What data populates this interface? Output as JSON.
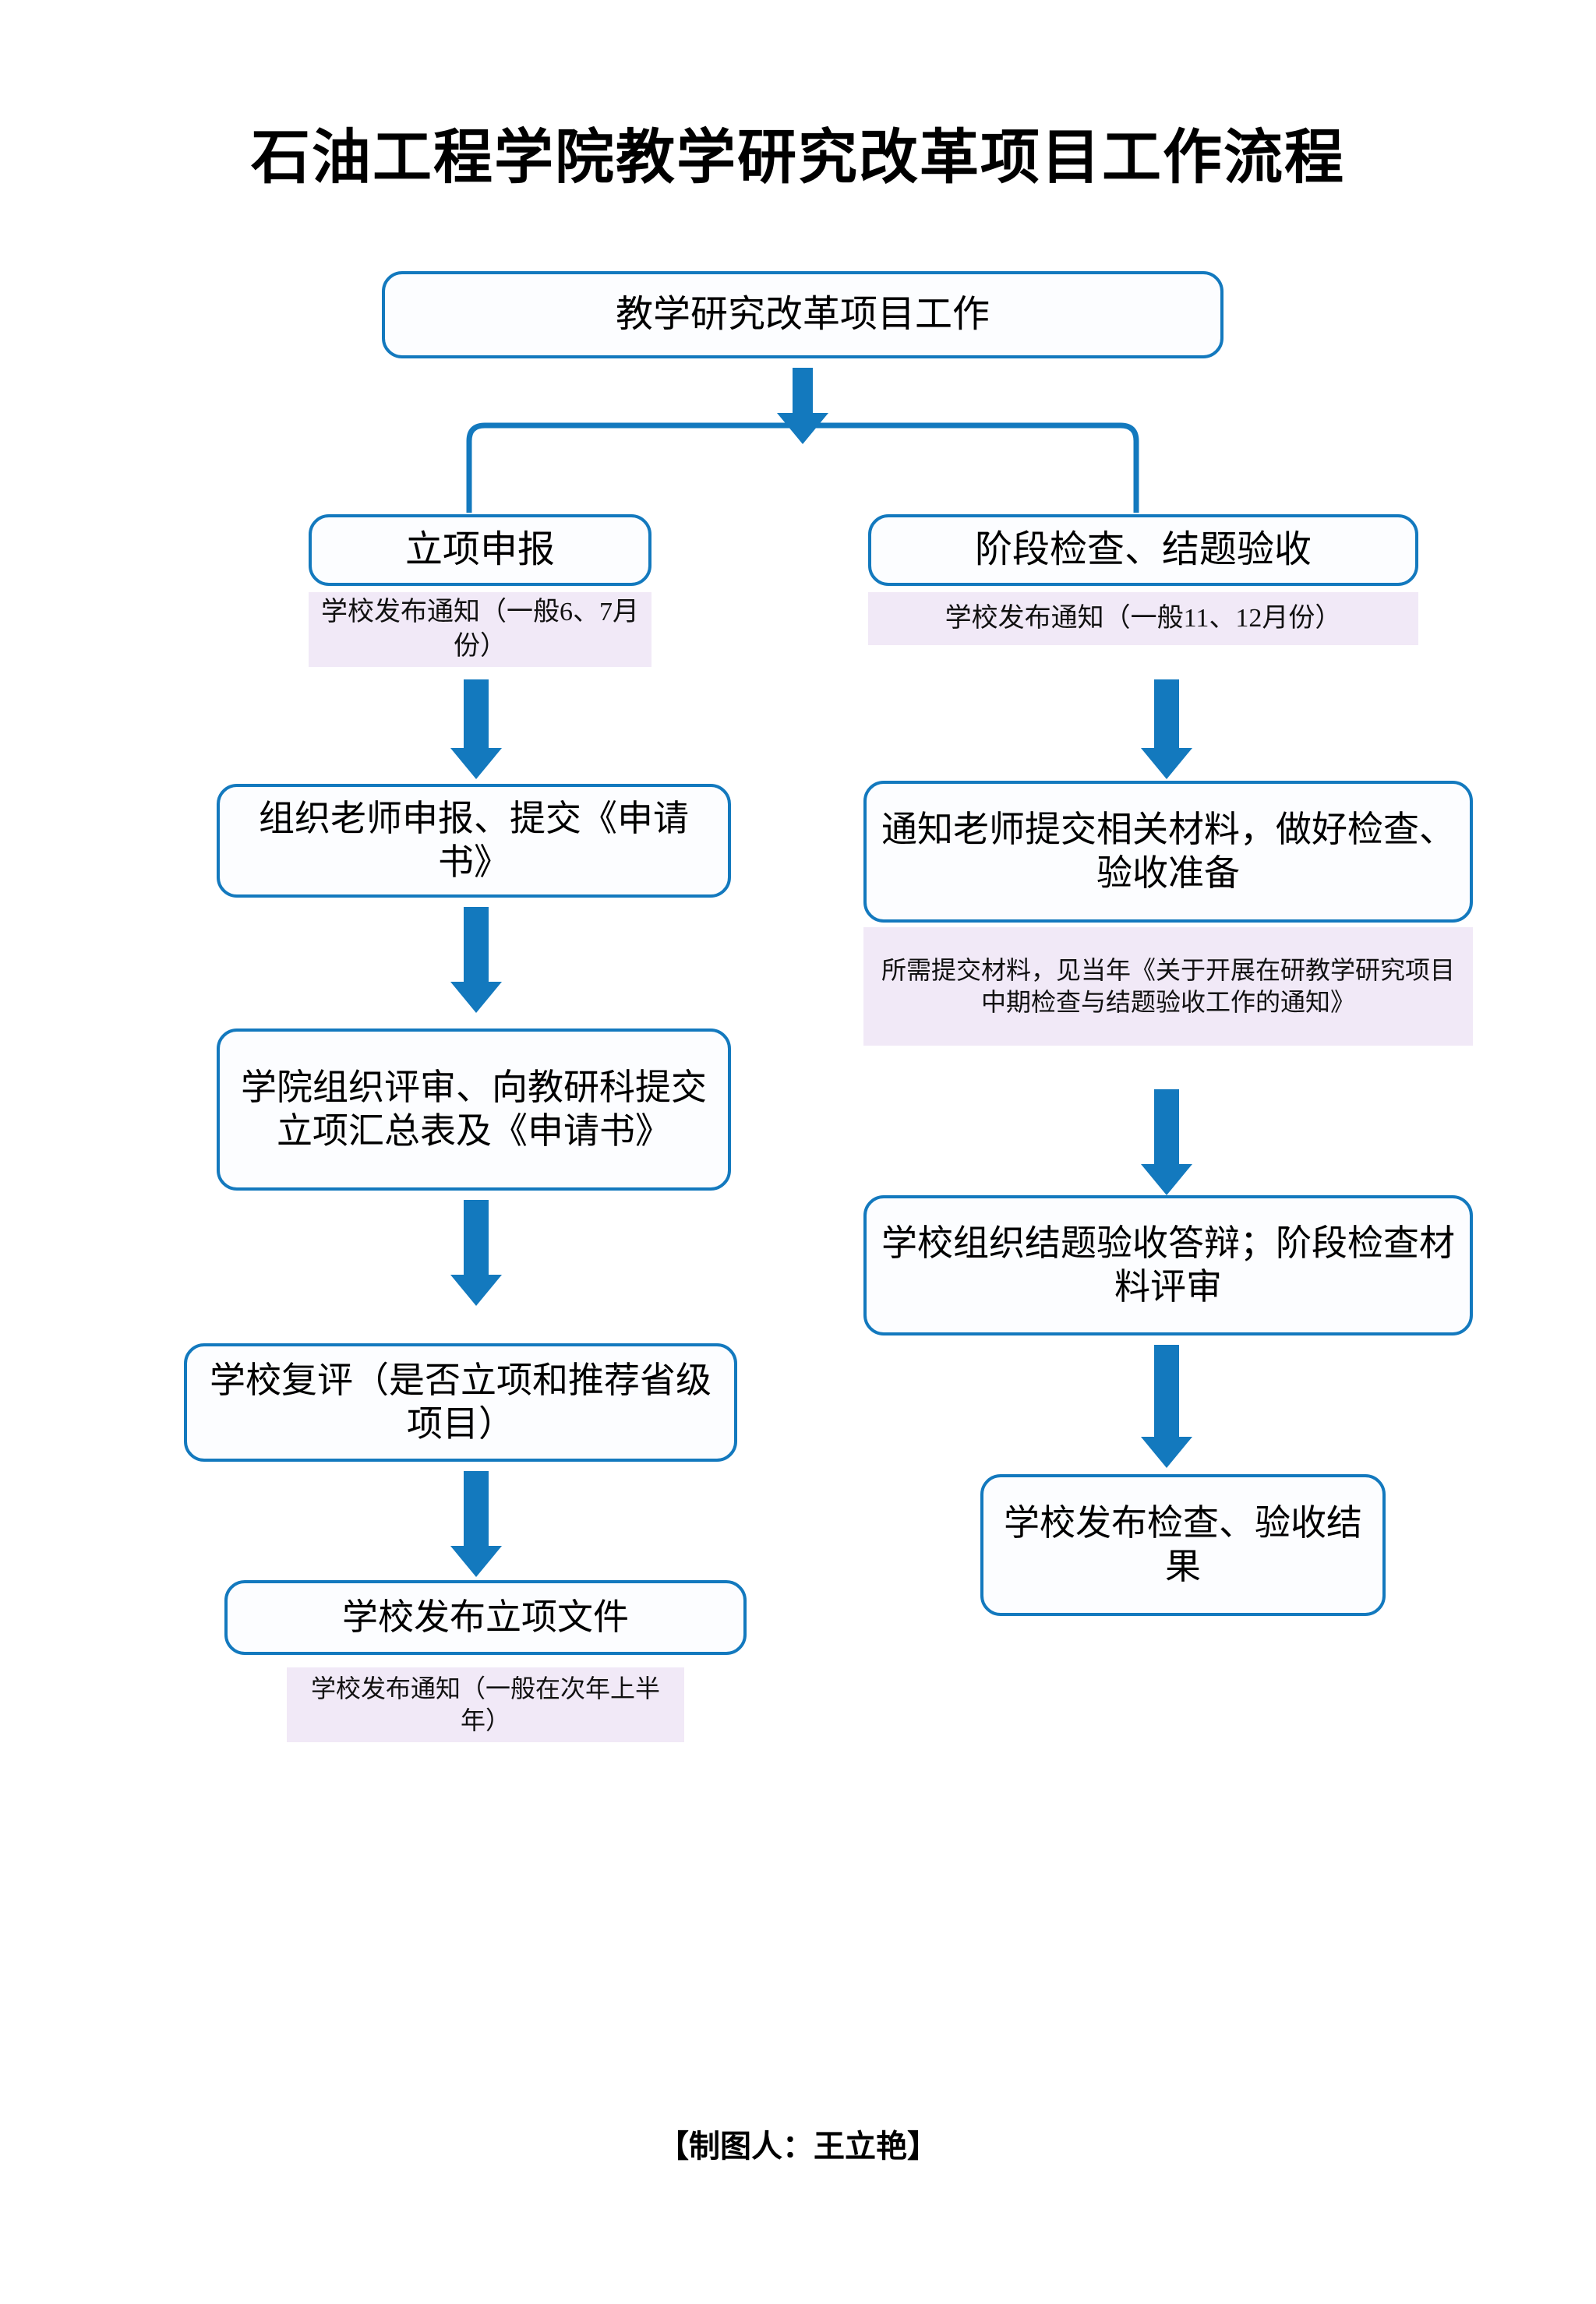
{
  "page": {
    "title": "石油工程学院教学研究改革项目工作流程",
    "footer": "【制图人：王立艳】"
  },
  "colors": {
    "box_border": "#1379BE",
    "arrow": "#1379BE",
    "note_bg": "#F1E9F7",
    "box_fill": "#FCFDFF",
    "text": "#000000",
    "background": "#FFFFFF"
  },
  "flow": {
    "start": {
      "label": "教学研究改革项目工作"
    },
    "branches": [
      {
        "id": "left",
        "header": "立项申报",
        "header_note": "学校发布通知（一般6、7月份）",
        "steps": [
          {
            "label": "组织老师申报、提交《申请书》"
          },
          {
            "label": "学院组织评审、向教研科提交立项汇总表及《申请书》"
          },
          {
            "label": "学校复评（是否立项和推荐省级项目）"
          },
          {
            "label": "学校发布立项文件"
          }
        ],
        "footer_note": "学校发布通知（一般在次年上半年）"
      },
      {
        "id": "right",
        "header": "阶段检查、结题验收",
        "header_note": "学校发布通知（一般11、12月份）",
        "steps": [
          {
            "label": "通知老师提交相关材料，做好检查、验收准备"
          },
          {
            "label": "学校组织结题验收答辩；阶段检查材料评审"
          },
          {
            "label": "学校发布检查、验收结果"
          }
        ],
        "mid_note": "所需提交材料，见当年《关于开展在研教学研究项目中期检查与结题验收工作的通知》"
      }
    ]
  }
}
